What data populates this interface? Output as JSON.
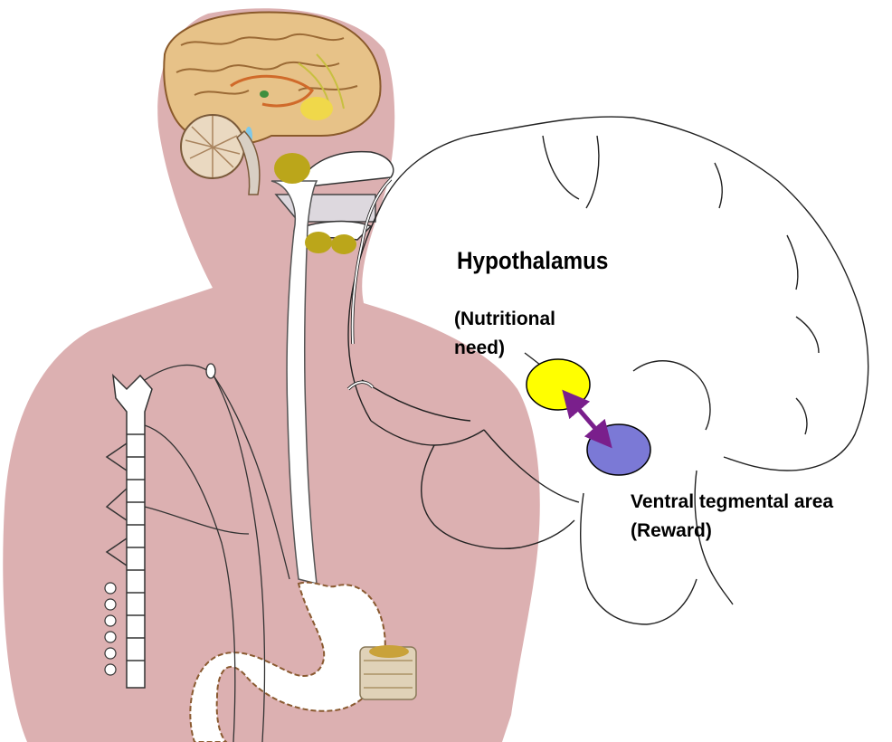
{
  "labels": {
    "hypothalamus": "Hypothalamus",
    "nutritional_line1": "(Nutritional",
    "nutritional_line2": "need)",
    "vta_line1": "Ventral tegmental area",
    "vta_line2": "(Reward)"
  },
  "colors": {
    "body": "#dcb0b1",
    "hypothalamus_node": "#ffff00",
    "vta_node": "#7b79d6",
    "arrow": "#7a1f8c",
    "brain_outline": "#222222"
  }
}
